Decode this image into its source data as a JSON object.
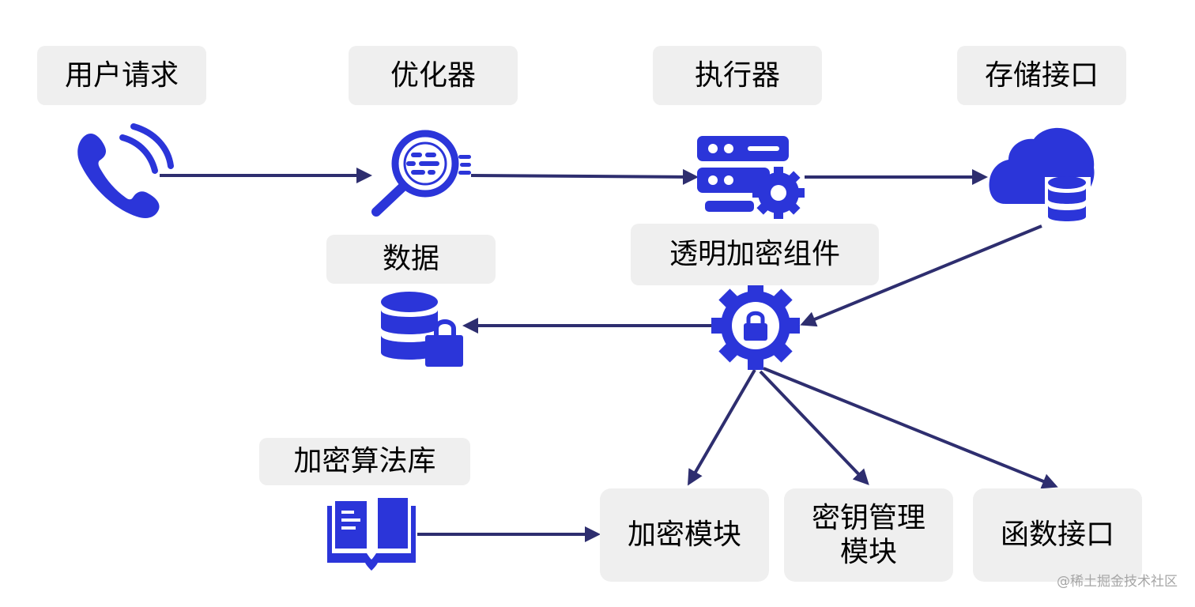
{
  "colors": {
    "icon": "#2b35d9",
    "arrow": "#2e2e6f",
    "box": "#efefef"
  },
  "labels": {
    "user_request": "用户请求",
    "optimizer": "优化器",
    "executor": "执行器",
    "storage_interface": "存储接口",
    "data": "数据",
    "tde_component": "透明加密组件",
    "crypto_library": "加密算法库"
  },
  "modules": {
    "encryption_module": "加密模块",
    "key_management_module": "密钥管理\n模块",
    "function_interface": "函数接口"
  },
  "icons": {
    "phone": "phone-icon",
    "search": "magnifier-icon",
    "server": "server-gear-icon",
    "cloud": "cloud-database-icon",
    "gear": "gear-lock-icon",
    "db_lock": "database-lock-icon",
    "book": "book-icon"
  },
  "watermark": "@稀土掘金技术社区"
}
